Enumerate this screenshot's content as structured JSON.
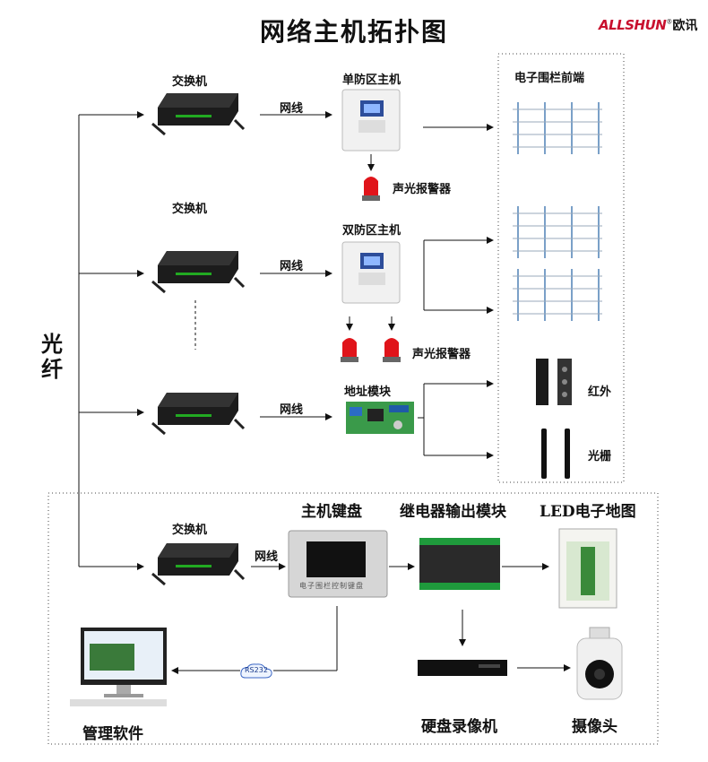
{
  "title": "网络主机拓扑图",
  "logo": {
    "brand": "ALLSHUN",
    "registered": "®",
    "cn": "欧讯"
  },
  "fiber_label": "光纤",
  "switch_label": "交换机",
  "cable_label": "网线",
  "host_single": "单防区主机",
  "host_dual": "双防区主机",
  "address_module": "地址模块",
  "alarm_label": "声光报警器",
  "fence_front": "电子围栏前端",
  "infrared": "红外",
  "light_grid": "光栅",
  "keyboard": "主机键盘",
  "keyboard_screen": "电子围栏控制键盘",
  "relay": "继电器输出模块",
  "led_map": "LED电子地图",
  "software": "管理软件",
  "nvr": "硬盘录像机",
  "camera": "摄像头",
  "rs232": "RS232",
  "colors": {
    "line": "#111111",
    "alarm_red": "#e0141a",
    "fence_post": "#7aa0c8",
    "board_green": "#3a9a4a",
    "relay_green": "#1f9a3c"
  }
}
